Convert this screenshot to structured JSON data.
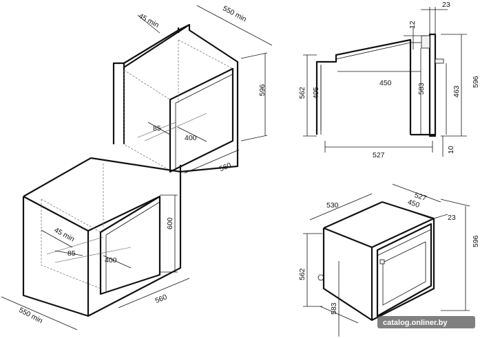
{
  "tall_cabinet": {
    "labels": {
      "gap": "45 min",
      "depth": "550 min",
      "height": "596",
      "inner_depth": "85",
      "width": "400",
      "opening": "560"
    }
  },
  "base_cabinet": {
    "labels": {
      "gap": "45 min",
      "depth": "550 min",
      "height": "600",
      "inner_depth": "85",
      "width": "400",
      "opening": "560"
    }
  },
  "side_view": {
    "labels": {
      "top_gap": "23",
      "notch": "12",
      "inner_depth": "450",
      "front_height": "583",
      "total_height": "596",
      "side_height": "562",
      "inner_height": "495",
      "door_height": "463",
      "depth": "527",
      "bottom": "10"
    }
  },
  "iso_view": {
    "labels": {
      "depth_top": "527",
      "depth_body": "530",
      "width": "450",
      "front": "23",
      "height": "596",
      "side": "562",
      "body": "583"
    }
  },
  "watermark": "catalog.onliner.by"
}
